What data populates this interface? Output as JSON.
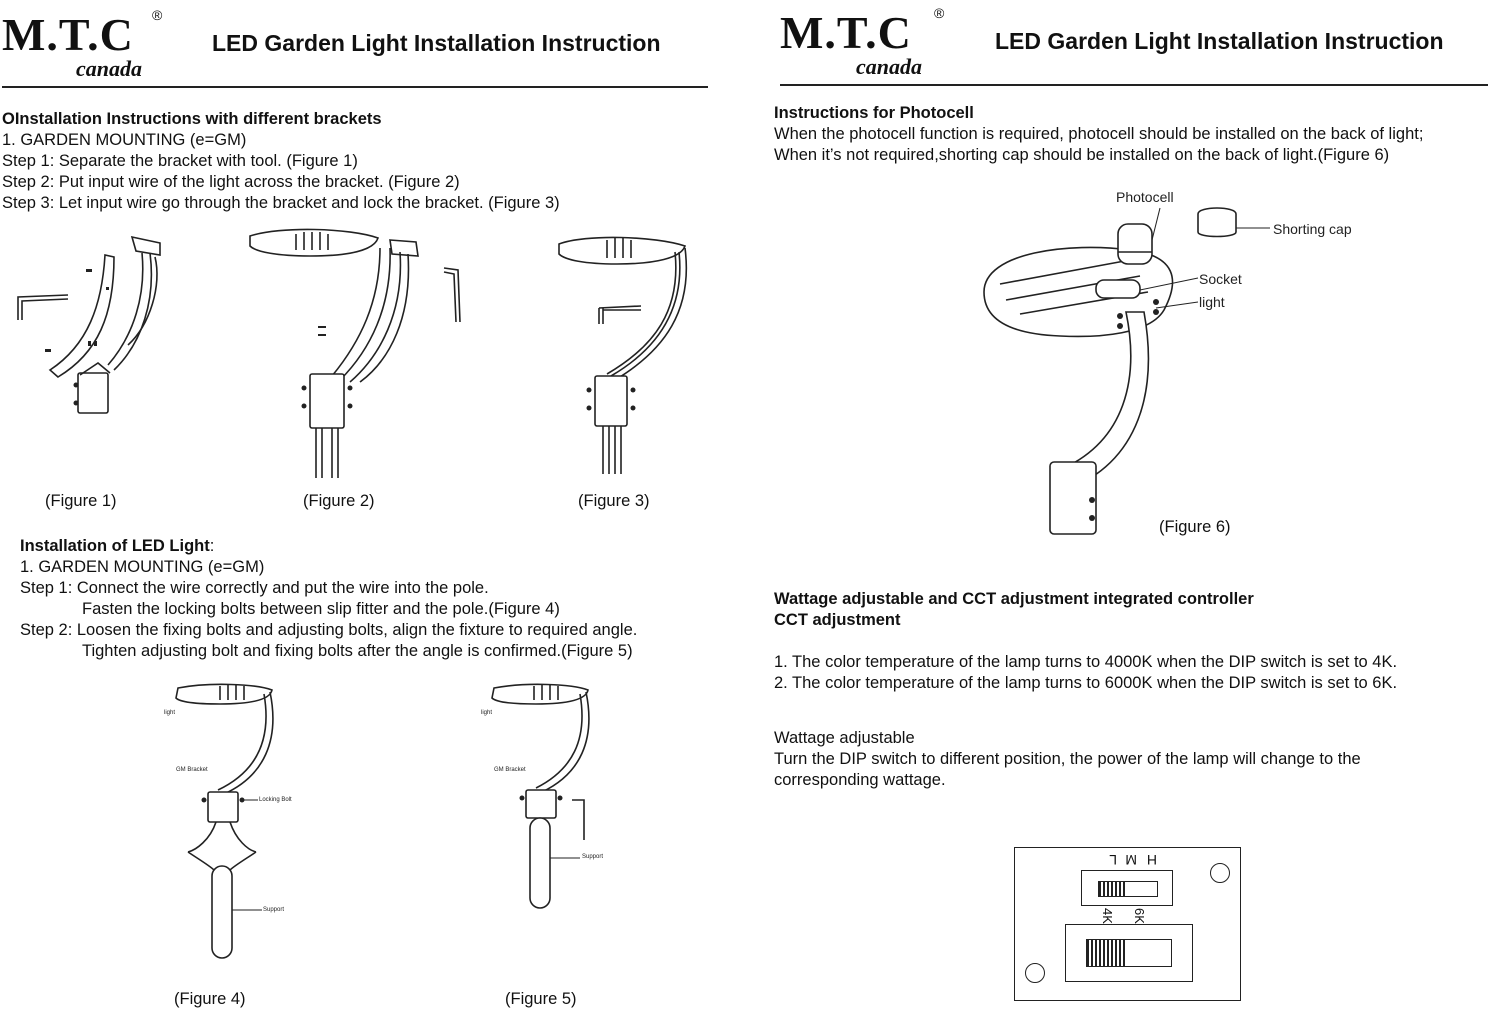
{
  "left": {
    "logo": {
      "main": "M.T.C",
      "sub": "canada",
      "reg": "®"
    },
    "title": "LED Garden Light Installation Instruction",
    "section1": {
      "heading": "OInstallation Instructions with different brackets",
      "lines": [
        "1. GARDEN MOUNTING (e=GM)",
        "Step 1: Separate the bracket with tool. (Figure 1)",
        "Step 2: Put input wire of the light across the bracket. (Figure 2)",
        "Step 3: Let input wire go through the bracket and lock the bracket. (Figure 3)"
      ]
    },
    "figures_top": {
      "fig1": "(Figure 1)",
      "fig2": "(Figure 2)",
      "fig3": "(Figure 3)"
    },
    "section2": {
      "heading": "Installation of LED Light",
      "heading_colon": ":",
      "lines": [
        "1. GARDEN MOUNTING (e=GM)",
        "Step 1: Connect the wire correctly and put the wire into the pole.",
        "Fasten the locking bolts between slip fitter and the pole.(Figure 4)",
        "Step 2: Loosen the fixing bolts and adjusting bolts, align the fixture to required angle.",
        "Tighten adjusting bolt and fixing bolts after the angle is confirmed.(Figure 5)"
      ]
    },
    "fig4": {
      "caption": "(Figure 4)",
      "light": "light",
      "bracket": "GM Bracket",
      "bolt": "Locking Bolt",
      "support": "Support"
    },
    "fig5": {
      "caption": "(Figure 5)",
      "light": "light",
      "bracket": "GM Bracket",
      "support": "Support"
    }
  },
  "right": {
    "logo": {
      "main": "M.T.C",
      "sub": "canada",
      "reg": "®"
    },
    "title": "LED Garden Light Installation Instruction",
    "photocell": {
      "heading": "Instructions for Photocell",
      "lines": [
        "When the photocell function is required, photocell should be installed on the back of light;",
        "When it’s not required,shorting cap should be installed on the back of light.(Figure 6)"
      ]
    },
    "fig6": {
      "caption": "(Figure 6)",
      "photocell": "Photocell",
      "shorting_cap": "Shorting cap",
      "socket": "Socket",
      "light": "light"
    },
    "controller": {
      "heading": "Wattage adjustable and CCT adjustment integrated controller",
      "subheading": "CCT adjustment",
      "lines": [
        "1. The color temperature of the lamp turns to 4000K when the DIP switch is set to 4K.",
        "2. The color temperature of the lamp turns to 6000K when the DIP switch is set to 6K."
      ]
    },
    "wattage": {
      "heading": "Wattage adjustable",
      "lines": [
        "Turn the DIP switch to different position, the power of the lamp will change to the",
        "corresponding wattage."
      ]
    },
    "dip": {
      "h": "H",
      "m": "M",
      "l": "L",
      "k4": "4K",
      "k6": "6K"
    }
  }
}
